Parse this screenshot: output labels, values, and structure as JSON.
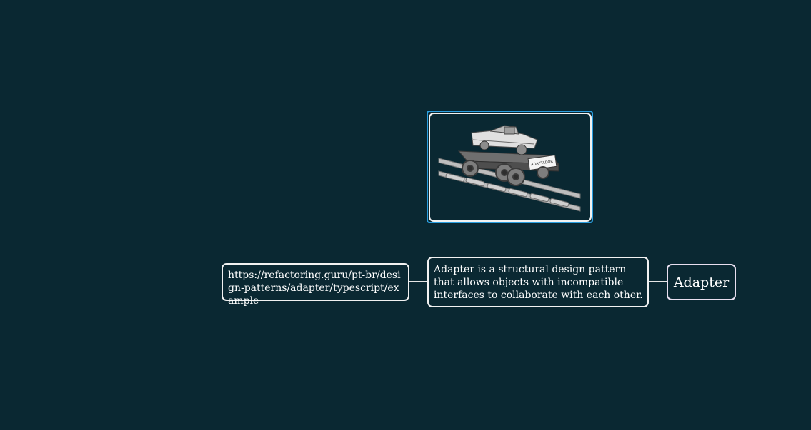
{
  "mindmap": {
    "root": {
      "label": "Adapter"
    },
    "description": {
      "text": "Adapter is a structural design pattern that allows objects with incompatible interfaces to collaborate with each other."
    },
    "link": {
      "text": "https://refactoring.guru/pt-br/design-patterns/adapter/typescript/example"
    },
    "image": {
      "icon": "car-on-rail-adapter-illustration",
      "plate_text": "ADAPTADOR"
    }
  },
  "colors": {
    "background": "#0a2832",
    "node_border": "#f2f2f2",
    "text": "#ffffff",
    "selection": "#2b9fe0"
  }
}
